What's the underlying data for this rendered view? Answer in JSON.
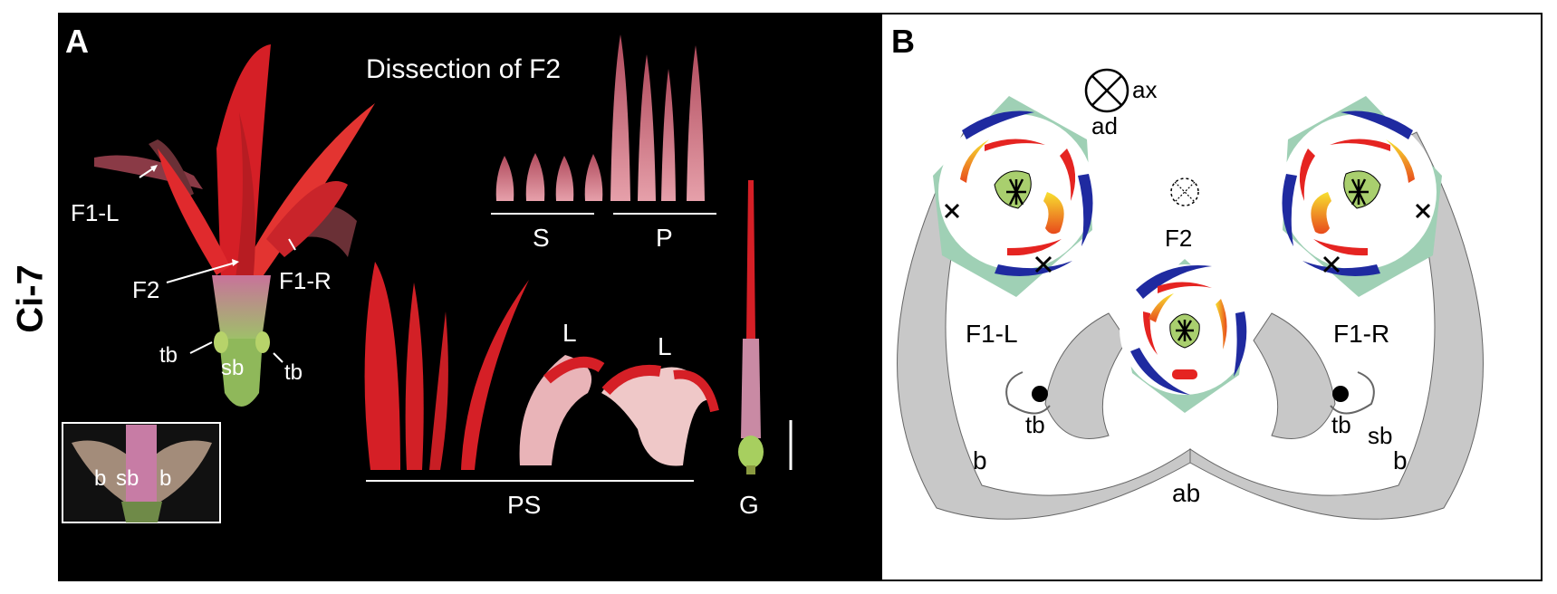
{
  "side_label": "Ci-7",
  "panel_a": {
    "letter": "A",
    "title": "Dissection of F2",
    "labels": {
      "f1_left": "F1-L",
      "f1_right": "F1-R",
      "f2": "F2",
      "tb_left": "tb",
      "tb_right": "tb",
      "sb": "sb",
      "sepals": "S",
      "petals": "P",
      "petaloid_staminodes": "PS",
      "labellum_1": "L",
      "labellum_2": "L",
      "gynoecium": "G"
    },
    "inset_labels": {
      "b_left": "b",
      "sb": "sb",
      "b_right": "b"
    }
  },
  "panel_b": {
    "letter": "B",
    "labels": {
      "ax": "ax",
      "ad": "ad",
      "f2": "F2",
      "f1_left": "F1-L",
      "f1_right": "F1-R",
      "tb_left": "tb",
      "tb_right": "tb",
      "sb": "sb",
      "b_left": "b",
      "b_right": "b",
      "ab": "ab"
    },
    "colors": {
      "bract": "#c8c8c8",
      "sepal": "#9fd0b5",
      "petal": "#1f2aa0",
      "staminode": "#e52421",
      "labellum_gradient_start": "#f7e030",
      "labellum_gradient_end": "#e84a1c",
      "gynoecium": "#a9cf6e"
    }
  }
}
